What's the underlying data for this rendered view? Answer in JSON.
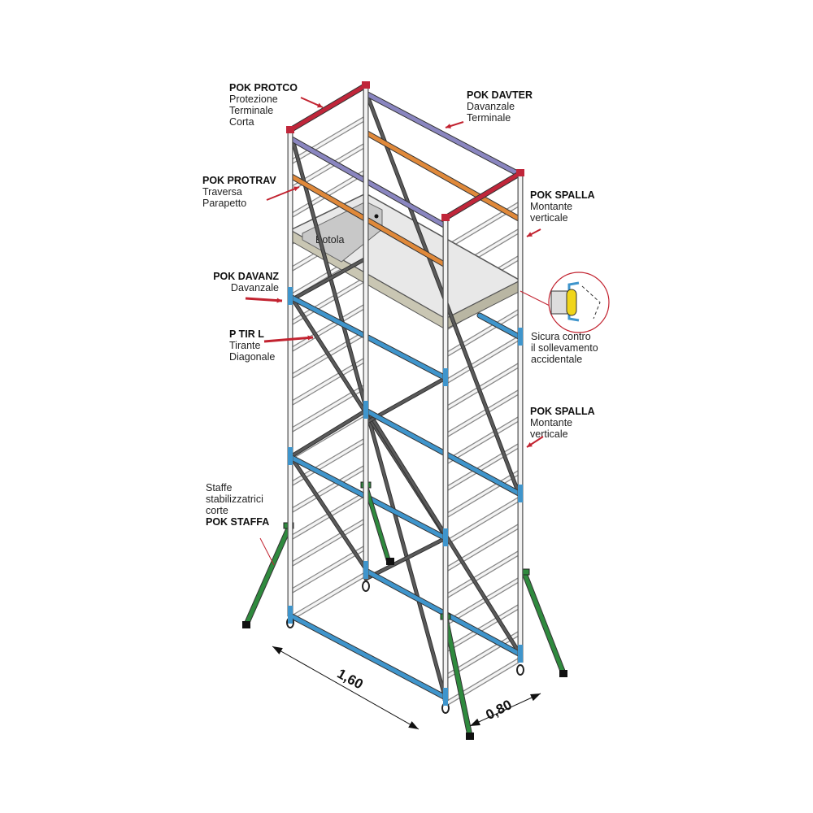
{
  "title": "Scaffold tower components",
  "labels": {
    "protco": {
      "code": "POK PROTCO",
      "lines": [
        "Protezione",
        "Terminale",
        "Corta"
      ]
    },
    "davter": {
      "code": "POK DAVTER",
      "lines": [
        "Davanzale",
        "Terminale"
      ]
    },
    "protrav": {
      "code": "POK PROTRAV",
      "lines": [
        "Traversa",
        "Parapetto"
      ]
    },
    "spalla_top": {
      "code": "POK SPALLA",
      "lines": [
        "Montante",
        "verticale"
      ]
    },
    "davanz": {
      "code": "POK DAVANZ",
      "lines": [
        "Davanzale"
      ]
    },
    "tirl": {
      "code": "P TIR L",
      "lines": [
        "Tirante",
        "Diagonale"
      ]
    },
    "sicura": {
      "lines": [
        "Sicura contro",
        "il sollevamento",
        "accidentale"
      ]
    },
    "spalla_mid": {
      "code": "POK SPALLA",
      "lines": [
        "Montante",
        "verticale"
      ]
    },
    "staffa": {
      "code": "POK STAFFA",
      "lines": [
        "Staffe",
        "stabilizzatrici",
        "corte"
      ]
    },
    "botola": "Botola"
  },
  "dimensions": {
    "length": "1,60",
    "width": "0,80"
  },
  "colors": {
    "red": "#c0263a",
    "purple": "#8a86c0",
    "orange": "#e0893a",
    "blue": "#3f95cc",
    "green": "#2f8a3e",
    "gray": "#5a5a5a",
    "arrow": "#c22330"
  }
}
